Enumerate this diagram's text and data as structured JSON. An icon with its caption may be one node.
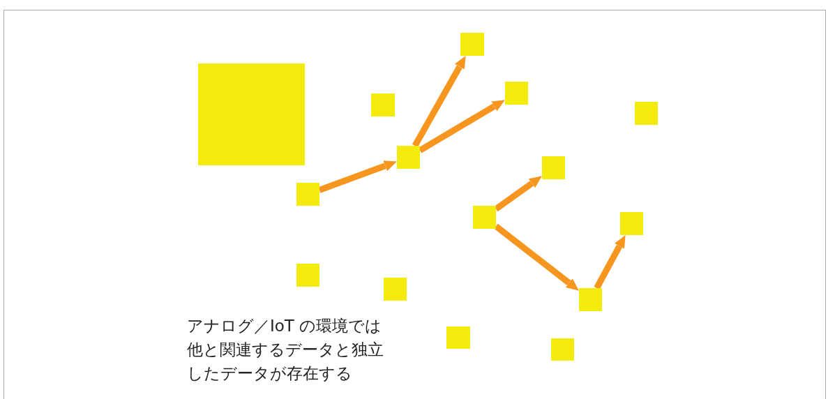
{
  "diagram": {
    "nodes": [
      {
        "text": [],
        "shape": "box"
      },
      {
        "text": [],
        "shape": "box"
      },
      {
        "text": [],
        "shape": "box"
      },
      {
        "text": [],
        "shape": "box"
      },
      {
        "text": [],
        "shape": "box"
      },
      {
        "text": [],
        "shape": "box"
      },
      {
        "text": [],
        "shape": "box"
      },
      {
        "text": [],
        "shape": "box"
      },
      {
        "text": [],
        "shape": "box"
      },
      {
        "text": [],
        "shape": "box"
      },
      {
        "text": [],
        "shape": "box"
      },
      {
        "text": [],
        "shape": "box"
      },
      {
        "text": [],
        "shape": "box"
      },
      {
        "text": [],
        "shape": "box"
      },
      {
        "text": [],
        "shape": "box"
      }
    ],
    "edges": [
      {
        "from": 7,
        "to": 5,
        "arrow": "to"
      },
      {
        "from": 5,
        "to": 1,
        "arrow": "to"
      },
      {
        "from": 5,
        "to": 3,
        "arrow": "to"
      },
      {
        "from": 8,
        "to": 6,
        "arrow": "to"
      },
      {
        "from": 8,
        "to": 12,
        "arrow": "to"
      },
      {
        "from": 12,
        "to": 9,
        "arrow": "to"
      }
    ],
    "labels": [
      "アナログ／IoT の環境では他と関連するデータと独立したデータが存在する"
    ]
  }
}
